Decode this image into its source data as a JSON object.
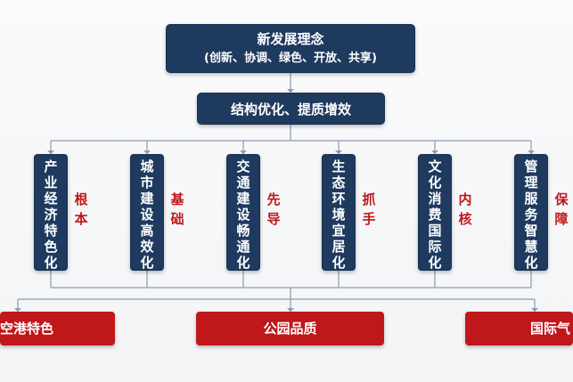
{
  "top_box": {
    "title": "新发展理念",
    "subtitle": "(创新、协调、绿色、开放、共享)"
  },
  "mid_box": {
    "label": "结构优化、提质增效"
  },
  "pillars": [
    {
      "label": "产业经济特色化",
      "role": "根本"
    },
    {
      "label": "城市建设高效化",
      "role": "基础"
    },
    {
      "label": "交通建设畅通化",
      "role": "先导"
    },
    {
      "label": "生态环境宜居化",
      "role": "抓手"
    },
    {
      "label": "文化消费国际化",
      "role": "内核"
    },
    {
      "label": "管理服务智慧化",
      "role": "保障"
    }
  ],
  "bottom_boxes": [
    {
      "label": "空港特色"
    },
    {
      "label": "公园品质"
    },
    {
      "label": "国际气"
    }
  ],
  "colors": {
    "navy": "#1f3a5f",
    "red": "#c0171b",
    "connector": "#8a9bb0"
  }
}
